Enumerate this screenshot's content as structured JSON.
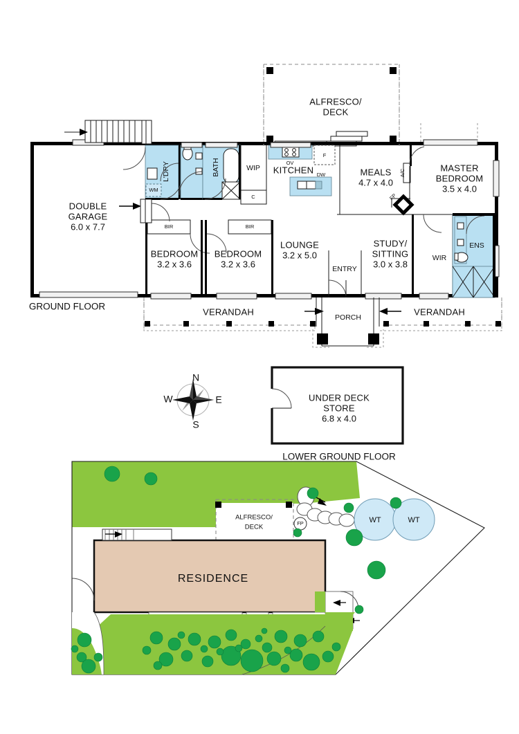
{
  "document": {
    "type": "real-estate-floor-plan",
    "floors": [
      "GROUND FLOOR",
      "LOWER GROUND FLOOR"
    ],
    "colors": {
      "wet_area": "#b9e0f2",
      "residence_fill": "#e4c9b2",
      "lawn": "#8cc63f",
      "water_tank": "#cfe9f7",
      "tree_dark": "#19a34a",
      "tree_light": "#4fbf63",
      "wall": "#000000"
    }
  },
  "ground_floor": {
    "floor_label": "GROUND FLOOR",
    "rooms": [
      {
        "id": "double-garage",
        "name": "DOUBLE\nGARAGE",
        "name_line1": "DOUBLE",
        "name_line2": "GARAGE",
        "dimensions": "6.0 x 7.7"
      },
      {
        "id": "alfresco-deck",
        "name_line1": "ALFRESCO/",
        "name_line2": "DECK",
        "dimensions": ""
      },
      {
        "id": "laundry",
        "name": "L'DRY",
        "dimensions": ""
      },
      {
        "id": "bath",
        "name": "BATH",
        "dimensions": ""
      },
      {
        "id": "wip",
        "name": "WIP",
        "dimensions": ""
      },
      {
        "id": "kitchen",
        "name": "KITCHEN",
        "dimensions": ""
      },
      {
        "id": "meals",
        "name": "MEALS",
        "dimensions": "4.7 x 4.0"
      },
      {
        "id": "master-bedroom",
        "name_line1": "MASTER",
        "name_line2": "BEDROOM",
        "dimensions": "3.5 x 4.0"
      },
      {
        "id": "bedroom-2",
        "name": "BEDROOM",
        "dimensions": "3.2 x 3.6"
      },
      {
        "id": "bedroom-3",
        "name": "BEDROOM",
        "dimensions": "3.2 x 3.6"
      },
      {
        "id": "lounge",
        "name": "LOUNGE",
        "dimensions": "3.2 x 5.0"
      },
      {
        "id": "study-sitting",
        "name_line1": "STUDY/",
        "name_line2": "SITTING",
        "dimensions": "3.0 x 3.8"
      },
      {
        "id": "entry",
        "name": "ENTRY",
        "dimensions": ""
      },
      {
        "id": "porch",
        "name": "PORCH",
        "dimensions": ""
      },
      {
        "id": "wir",
        "name": "WIR",
        "dimensions": ""
      },
      {
        "id": "ens",
        "name": "ENS",
        "dimensions": ""
      },
      {
        "id": "verandah-left",
        "name": "VERANDAH",
        "dimensions": ""
      },
      {
        "id": "verandah-right",
        "name": "VERANDAH",
        "dimensions": ""
      }
    ],
    "annotations": {
      "bir_left": "BIR",
      "bir_right": "BIR",
      "washing_machine": "WM",
      "oven": "OV",
      "fridge": "F",
      "dishwasher": "DW",
      "cupboard": "C",
      "air_conditioner": "A/C",
      "fireplace": "FP"
    }
  },
  "lower_ground_floor": {
    "floor_label": "LOWER GROUND FLOOR",
    "rooms": [
      {
        "id": "under-deck-store",
        "name_line1": "UNDER DECK",
        "name_line2": "STORE",
        "dimensions": "6.8 x 4.0"
      }
    ]
  },
  "compass": {
    "north": "N",
    "south": "S",
    "east": "E",
    "west": "W"
  },
  "site_plan": {
    "residence_label": "RESIDENCE",
    "alfresco_line1": "ALFRESCO/",
    "alfresco_line2": "DECK",
    "verandah_left": "VERANDAH",
    "verandah_right": "VERANDAH",
    "porch": "PORCH",
    "fireplace": "FP",
    "water_tanks": [
      "WT",
      "WT"
    ]
  }
}
